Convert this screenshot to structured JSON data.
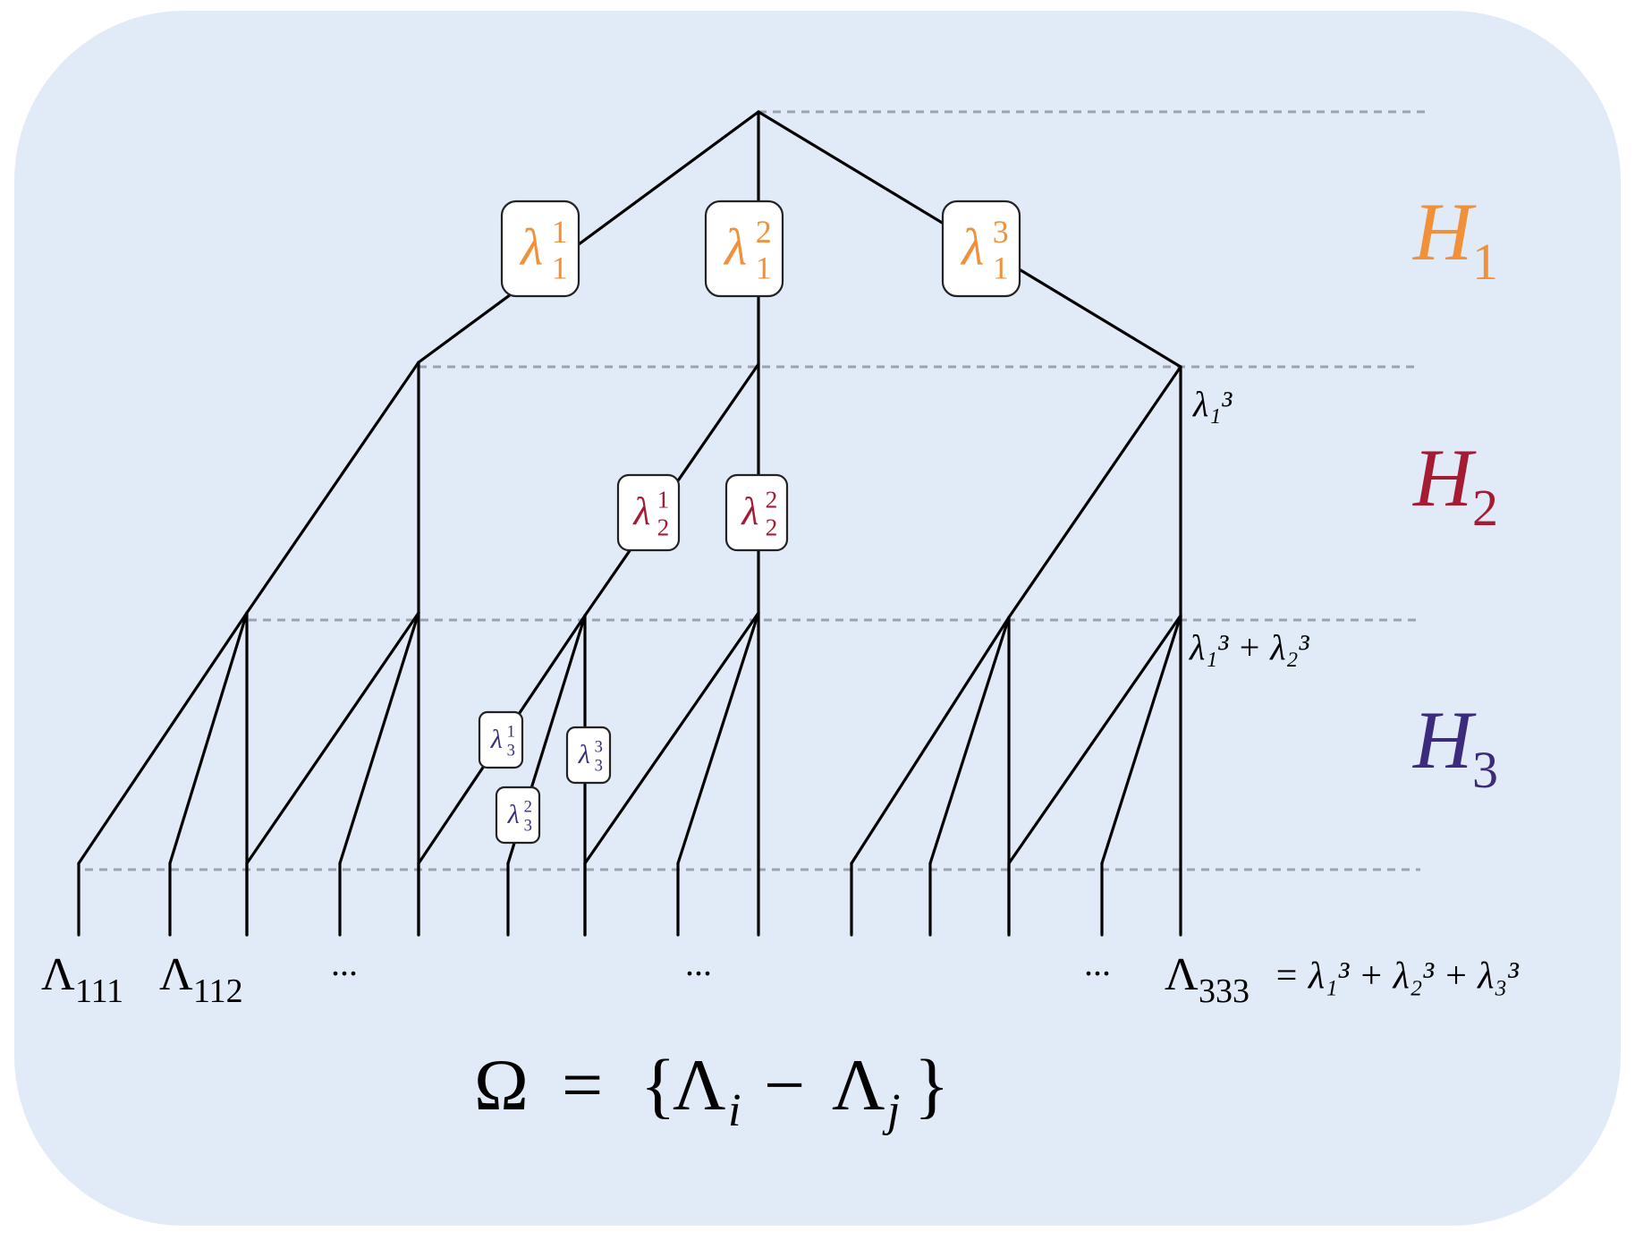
{
  "colors": {
    "background": "#e1ebf7",
    "tree_line": "#000000",
    "guide_line": "#9aa3ae",
    "h1": "#f0913a",
    "h2": "#a51b34",
    "h3": "#3c2a7d"
  },
  "levels": [
    {
      "label": "H",
      "sub": "1",
      "color": "#f0913a"
    },
    {
      "label": "H",
      "sub": "2",
      "color": "#a51b34"
    },
    {
      "label": "H",
      "sub": "3",
      "color": "#3c2a7d"
    }
  ],
  "level_boxes": {
    "h1": [
      {
        "base": "λ",
        "sub": "1",
        "sup": "1"
      },
      {
        "base": "λ",
        "sub": "1",
        "sup": "2"
      },
      {
        "base": "λ",
        "sub": "1",
        "sup": "3"
      }
    ],
    "h2": [
      {
        "base": "λ",
        "sub": "2",
        "sup": "1"
      },
      {
        "base": "λ",
        "sub": "2",
        "sup": "2"
      }
    ],
    "h3": [
      {
        "base": "λ",
        "sub": "3",
        "sup": "1"
      },
      {
        "base": "λ",
        "sub": "3",
        "sup": "2"
      },
      {
        "base": "λ",
        "sub": "3",
        "sup": "3"
      }
    ]
  },
  "side_annotations": {
    "level1": "λ₁³",
    "level2": "λ₁³ + λ₂³"
  },
  "leaves": {
    "first": {
      "base": "Λ",
      "sub": "111"
    },
    "second": {
      "base": "Λ",
      "sub": "112"
    },
    "ellipsis": "...",
    "last": {
      "base": "Λ",
      "sub": "333"
    },
    "last_eq": "= λ₁³ + λ₂³ + λ₃³"
  },
  "formula": {
    "lhs": "Ω",
    "eq": "=",
    "open": "{",
    "a": "Λ",
    "a_sub": "i",
    "minus": "−",
    "b": "Λ",
    "b_sub": "j",
    "close": "}"
  }
}
